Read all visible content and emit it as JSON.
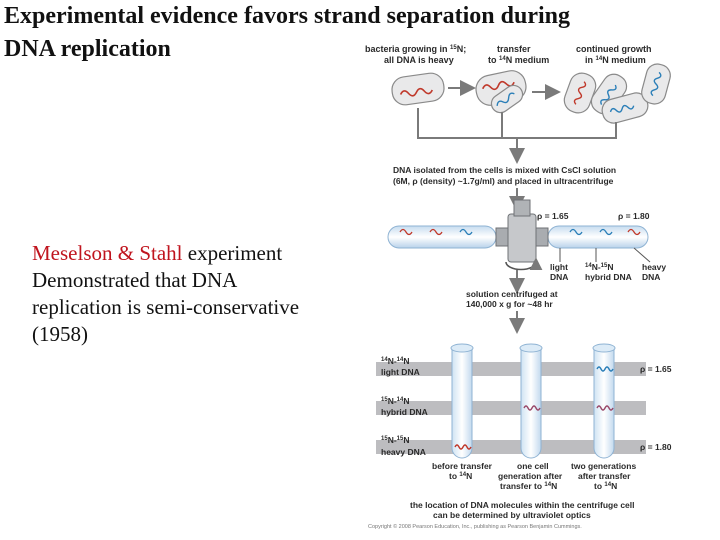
{
  "title_line1": "Experimental evidence favors strand separation during",
  "title_line2": "DNA replication",
  "body": {
    "highlight": "Meselson & Stahl",
    "line1_rest": " experiment",
    "line2": "Demonstrated that DNA",
    "line3": "replication is semi-conservative",
    "line4": "(1958)"
  },
  "figure": {
    "step1": {
      "line1": "bacteria growing in ",
      "line1_sup": "15",
      "line1_end": "N;",
      "line2": "all DNA is heavy"
    },
    "step2": {
      "line1": "transfer",
      "line2_pre": "to ",
      "line2_sup": "14",
      "line2_end": "N medium"
    },
    "step3": {
      "line1": "continued growth",
      "line2_pre": "in ",
      "line2_sup": "14",
      "line2_end": "N medium"
    },
    "isolation": {
      "line1": "DNA isolated from the cells is mixed with CsCl solution",
      "line2": "(6M, ρ (density) ~1.7g/ml) and placed in ultracentrifuge"
    },
    "density_top_left": "ρ = 1.65",
    "density_top_right": "ρ = 1.80",
    "band_light": {
      "line1": "light",
      "line2": "DNA"
    },
    "band_hybrid": {
      "sup1": "14",
      "mid": "N-",
      "sup2": "15",
      "end": "N",
      "line2": "hybrid DNA"
    },
    "band_heavy": {
      "line1": "heavy",
      "line2": "DNA"
    },
    "centrifuge": {
      "line1": "solution centrifuged at",
      "line2": "140,000 x g for ~48 hr"
    },
    "row_light": {
      "sup1": "14",
      "mid": "N-",
      "sup2": "14",
      "end": "N",
      "line2": "light DNA",
      "rho": "ρ = 1.65"
    },
    "row_hybrid": {
      "sup1": "15",
      "mid": "N-",
      "sup2": "14",
      "end": "N",
      "line2": "hybrid DNA"
    },
    "row_heavy": {
      "sup1": "15",
      "mid": "N-",
      "sup2": "15",
      "end": "N",
      "line2": "heavy DNA",
      "rho": "ρ = 1.80"
    },
    "tube1": {
      "line1": "before transfer",
      "line2_pre": "to ",
      "line2_sup": "14",
      "line2_end": "N"
    },
    "tube2": {
      "line1": "one cell",
      "line2": "generation after",
      "line3_pre": "transfer to ",
      "line3_sup": "14",
      "line3_end": "N"
    },
    "tube3": {
      "line1": "two generations",
      "line2": "after transfer",
      "line3_pre": "to ",
      "line3_sup": "14",
      "line3_end": "N"
    },
    "caption": {
      "line1": "the location of DNA molecules within the centrifuge cell",
      "line2": "can be determined by ultraviolet optics"
    },
    "copyright": "Copyright © 2008 Pearson Education, Inc., publishing as Pearson Benjamin Cummings."
  },
  "colors": {
    "heavy_dna": "#c0392b",
    "light_dna": "#2b7fb8",
    "cell_fill": "#e9e9ea",
    "arrow": "#7a7a7a",
    "band": "#b9b9bb",
    "title_text": "#111111",
    "highlight_text": "#c0141e"
  }
}
